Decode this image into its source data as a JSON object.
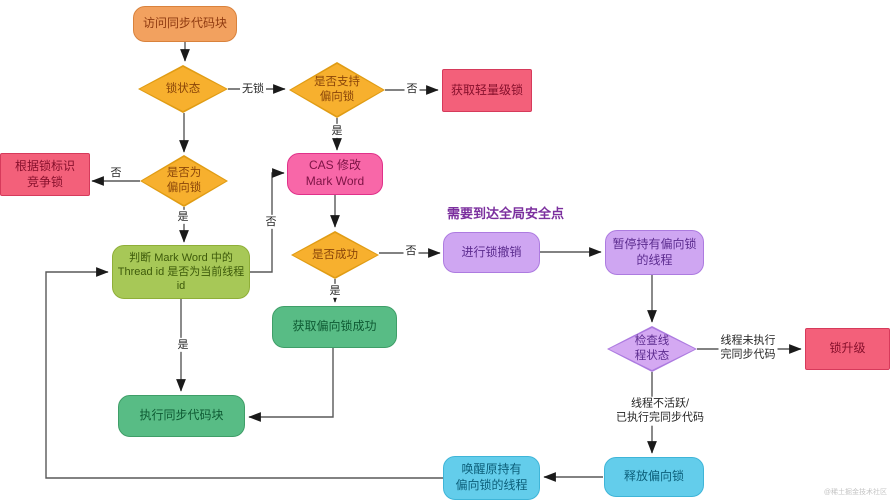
{
  "diagram_title": "synchronized biased-lock upgrade flowchart",
  "palette": {
    "canvas_bg": "#FFFFFF",
    "edge_line": "#595959",
    "arrowhead": "#1A1A1A",
    "edge_label_text": "#262626",
    "orange_fill": "#F2A15F",
    "orange_border": "#D9823C",
    "orange_text": "#8F3A10",
    "yellow_fill": "#F7B02E",
    "yellow_border": "#E09C14",
    "yellow_text": "#8A4509",
    "red_fill": "#F3607A",
    "red_border": "#D63A5B",
    "red_text": "#87102C",
    "pink_fill": "#F867A8",
    "pink_border": "#E0318A",
    "pink_text": "#7D1345",
    "lime_fill": "#A7C857",
    "lime_border": "#8FAF38",
    "lime_text": "#3D5A0A",
    "green_fill": "#58BC85",
    "green_border": "#3F9E68",
    "green_text": "#0E5A33",
    "purple_fill": "#CFA6F2",
    "purple_border": "#AD7BE0",
    "purple_text": "#5C2C8F",
    "cyan_fill": "#63CDEB",
    "cyan_border": "#3FB5D8",
    "cyan_text": "#0C5F7A",
    "annotation_text": "#7B2F9E",
    "watermark_text": "#C4C4C4"
  },
  "nodes": {
    "visit": {
      "label": "访问同步代码块",
      "shape": "rounded-rect",
      "color": "orange"
    },
    "lock_status": {
      "label": "锁状态",
      "shape": "diamond",
      "color": "yellow"
    },
    "support_biased": {
      "label": "是否支持\n偏向锁",
      "shape": "diamond",
      "color": "yellow"
    },
    "get_lightweight": {
      "label": "获取轻量级锁",
      "shape": "rect",
      "color": "red"
    },
    "compete_lock": {
      "label": "根据锁标识\n竞争锁",
      "shape": "rect",
      "color": "red"
    },
    "is_biased": {
      "label": "是否为\n偏向锁",
      "shape": "diamond",
      "color": "yellow"
    },
    "cas_modify": {
      "label": "CAS 修改\nMark Word",
      "shape": "rounded-rect",
      "color": "pink"
    },
    "judge_thread": {
      "label": "判断 Mark Word 中的\nThread id 是否为当前线程 id",
      "shape": "rounded-rect",
      "color": "lime"
    },
    "cas_success": {
      "label": "是否成功",
      "shape": "diamond",
      "color": "yellow"
    },
    "biased_success": {
      "label": "获取偏向锁成功",
      "shape": "rounded-rect",
      "color": "green"
    },
    "exec_sync": {
      "label": "执行同步代码块",
      "shape": "rounded-rect",
      "color": "green"
    },
    "revoke": {
      "label": "进行锁撤销",
      "shape": "rounded-rect",
      "color": "purple"
    },
    "pause_thread": {
      "label": "暂停持有偏向锁\n的线程",
      "shape": "rounded-rect",
      "color": "purple"
    },
    "check_thread": {
      "label": "检查线\n程状态",
      "shape": "diamond",
      "color": "purple"
    },
    "lock_upgrade": {
      "label": "锁升级",
      "shape": "rect",
      "color": "red"
    },
    "release_biased": {
      "label": "释放偏向锁",
      "shape": "rounded-rect",
      "color": "cyan"
    },
    "wake_thread": {
      "label": "唤醒原持有\n偏向锁的线程",
      "shape": "rounded-rect",
      "color": "cyan"
    }
  },
  "edges": [
    {
      "from": "visit",
      "to": "lock_status",
      "label": ""
    },
    {
      "from": "lock_status",
      "to": "support_biased",
      "label": "无锁"
    },
    {
      "from": "support_biased",
      "to": "get_lightweight",
      "label": "否"
    },
    {
      "from": "support_biased",
      "to": "cas_modify",
      "label": "是"
    },
    {
      "from": "lock_status",
      "to": "is_biased",
      "label": ""
    },
    {
      "from": "is_biased",
      "to": "compete_lock",
      "label": "否"
    },
    {
      "from": "is_biased",
      "to": "judge_thread",
      "label": "是"
    },
    {
      "from": "judge_thread",
      "to": "cas_modify",
      "label": "否"
    },
    {
      "from": "judge_thread",
      "to": "exec_sync",
      "label": "是"
    },
    {
      "from": "cas_modify",
      "to": "cas_success",
      "label": ""
    },
    {
      "from": "cas_success",
      "to": "revoke",
      "label": "否"
    },
    {
      "from": "cas_success",
      "to": "biased_success",
      "label": "是"
    },
    {
      "from": "biased_success",
      "to": "exec_sync",
      "label": ""
    },
    {
      "from": "revoke",
      "to": "pause_thread",
      "label": ""
    },
    {
      "from": "pause_thread",
      "to": "check_thread",
      "label": ""
    },
    {
      "from": "check_thread",
      "to": "lock_upgrade",
      "label": "线程未执行\n完同步代码"
    },
    {
      "from": "check_thread",
      "to": "release_biased",
      "label": "线程不活跃/\n已执行完同步代码"
    },
    {
      "from": "release_biased",
      "to": "wake_thread",
      "label": ""
    },
    {
      "from": "wake_thread",
      "to": "judge_thread",
      "label": ""
    }
  ],
  "annotation": "需要到达全局安全点",
  "watermark": "@稀土掘金技术社区"
}
